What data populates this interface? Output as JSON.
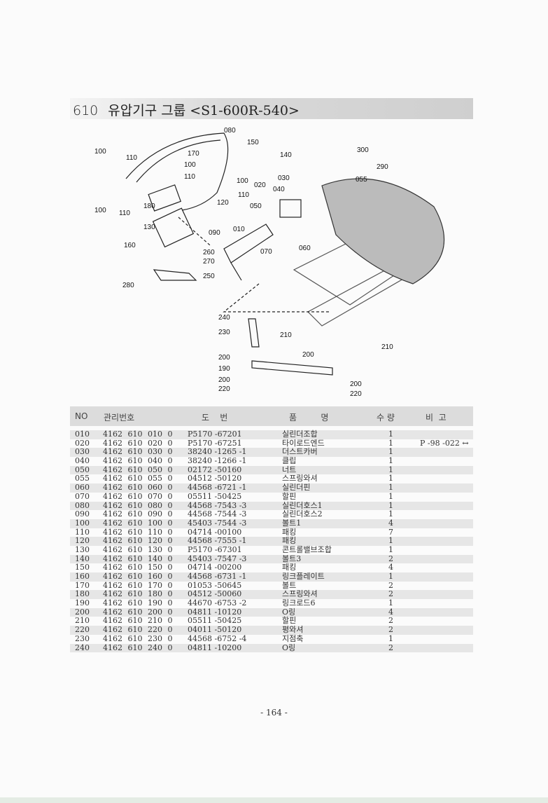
{
  "title": {
    "number": "610",
    "text": "유압기구 그룹 <S1-600R-540>"
  },
  "diagram": {
    "callouts": [
      "080",
      "150",
      "140",
      "300",
      "290",
      "055",
      "100",
      "110",
      "170",
      "100",
      "110",
      "030",
      "020",
      "040",
      "100",
      "120",
      "110",
      "050",
      "100",
      "110",
      "180",
      "130",
      "090",
      "010",
      "070",
      "060",
      "160",
      "260",
      "270",
      "250",
      "280",
      "240",
      "230",
      "210",
      "200",
      "190",
      "200",
      "220",
      "200",
      "210",
      "200",
      "220"
    ]
  },
  "table": {
    "headers": [
      "NO",
      "관리번호",
      "도    번",
      "품         명",
      "수 량",
      "비  고"
    ],
    "rows": [
      [
        "010",
        "4162 610 010 0",
        "P5170 -67201",
        "실린더조합",
        "1",
        ""
      ],
      [
        "020",
        "4162 610 020 0",
        "P5170 -67251",
        "타이로드엔드",
        "1",
        "P -98 -022 ↔"
      ],
      [
        "030",
        "4162 610 030 0",
        "38240 -1265 -1",
        "더스트카버",
        "1",
        ""
      ],
      [
        "040",
        "4162 610 040 0",
        "38240 -1266 -1",
        "클립",
        "1",
        ""
      ],
      [
        "050",
        "4162 610 050 0",
        "02172 -50160",
        "너트",
        "1",
        ""
      ],
      [
        "055",
        "4162 610 055 0",
        "04512 -50120",
        "스프링와셔",
        "1",
        ""
      ],
      [
        "060",
        "4162 610 060 0",
        "44568 -6721 -1",
        "실린더핀",
        "1",
        ""
      ],
      [
        "070",
        "4162 610 070 0",
        "05511 -50425",
        "할핀",
        "1",
        ""
      ],
      [
        "080",
        "4162 610 080 0",
        "44568 -7543 -3",
        "실린더호스1",
        "1",
        ""
      ],
      [
        "090",
        "4162 610 090 0",
        "44568 -7544 -3",
        "실린더호스2",
        "1",
        ""
      ],
      [
        "100",
        "4162 610 100 0",
        "45403 -7544 -3",
        "볼트1",
        "4",
        ""
      ],
      [
        "110",
        "4162 610 110 0",
        "04714 -00100",
        "패킹",
        "7",
        ""
      ],
      [
        "120",
        "4162 610 120 0",
        "44568 -7555 -1",
        "패킹",
        "1",
        ""
      ],
      [
        "130",
        "4162 610 130 0",
        "P5170 -67301",
        "콘트롤밸브조합",
        "1",
        ""
      ],
      [
        "140",
        "4162 610 140 0",
        "45403 -7547 -3",
        "볼트3",
        "2",
        ""
      ],
      [
        "150",
        "4162 610 150 0",
        "04714 -00200",
        "패킹",
        "4",
        ""
      ],
      [
        "160",
        "4162 610 160 0",
        "44568 -6731 -1",
        "링크플레이트",
        "1",
        ""
      ],
      [
        "170",
        "4162 610 170 0",
        "01053 -50645",
        "볼트",
        "2",
        ""
      ],
      [
        "180",
        "4162 610 180 0",
        "04512 -50060",
        "스프링와셔",
        "2",
        ""
      ],
      [
        "190",
        "4162 610 190 0",
        "44670 -6753 -2",
        "링크로드6",
        "1",
        ""
      ],
      [
        "200",
        "4162 610 200 0",
        "04811 -10120",
        "O링",
        "4",
        ""
      ],
      [
        "210",
        "4162 610 210 0",
        "05511 -50425",
        "할핀",
        "2",
        ""
      ],
      [
        "220",
        "4162 610 220 0",
        "04011 -50120",
        "평와셔",
        "2",
        ""
      ],
      [
        "230",
        "4162 610 230 0",
        "44568 -6752 -4",
        "지점축",
        "1",
        ""
      ],
      [
        "240",
        "4162 610 240 0",
        "04811 -10200",
        "O링",
        "2",
        ""
      ]
    ]
  },
  "footer": {
    "page": "- 164 -"
  }
}
